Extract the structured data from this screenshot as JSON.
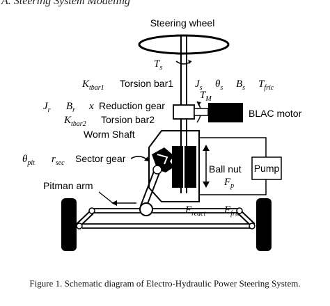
{
  "section": {
    "title": "A.  Steering System Modeling"
  },
  "labels": {
    "steering_wheel": "Steering wheel",
    "torsion_bar1": "Torsion bar1",
    "reduction_gear": "Reduction gear",
    "torsion_bar2": "Torsion bar2",
    "worm_shaft": "Worm Shaft",
    "sector_gear": "Sector gear",
    "ball_nut": "Ball nut",
    "pump": "Pump",
    "blac_motor": "BLAC motor",
    "pitman_arm": "Pitman arm"
  },
  "symbols": {
    "Ts": {
      "base": "T",
      "sub": "s"
    },
    "Ktbar1": {
      "base": "K",
      "sub": "tbar1"
    },
    "Js": {
      "base": "J",
      "sub": "s"
    },
    "theta_s": {
      "base": "θ",
      "sub": "s"
    },
    "Bs": {
      "base": "B",
      "sub": "s"
    },
    "Tfric": {
      "base": "T",
      "sub": "fric"
    },
    "TM": {
      "base": "T",
      "sub": "M"
    },
    "Jr": {
      "base": "J",
      "sub": "r"
    },
    "Br": {
      "base": "B",
      "sub": "r"
    },
    "x": {
      "base": "x"
    },
    "Ktbar2": {
      "base": "K",
      "sub": "tbar2"
    },
    "theta_pit": {
      "base": "θ",
      "sub": "pit"
    },
    "r_sec": {
      "base": "r",
      "sub": "sec"
    },
    "Fp": {
      "base": "F",
      "sub": "p"
    },
    "Freact": {
      "base": "F",
      "sub": "react"
    },
    "Ffric": {
      "base": "F",
      "sub": "fric"
    }
  },
  "caption": "Figure 1. Schematic diagram of Electro-Hydraulic Power Steering System."
}
